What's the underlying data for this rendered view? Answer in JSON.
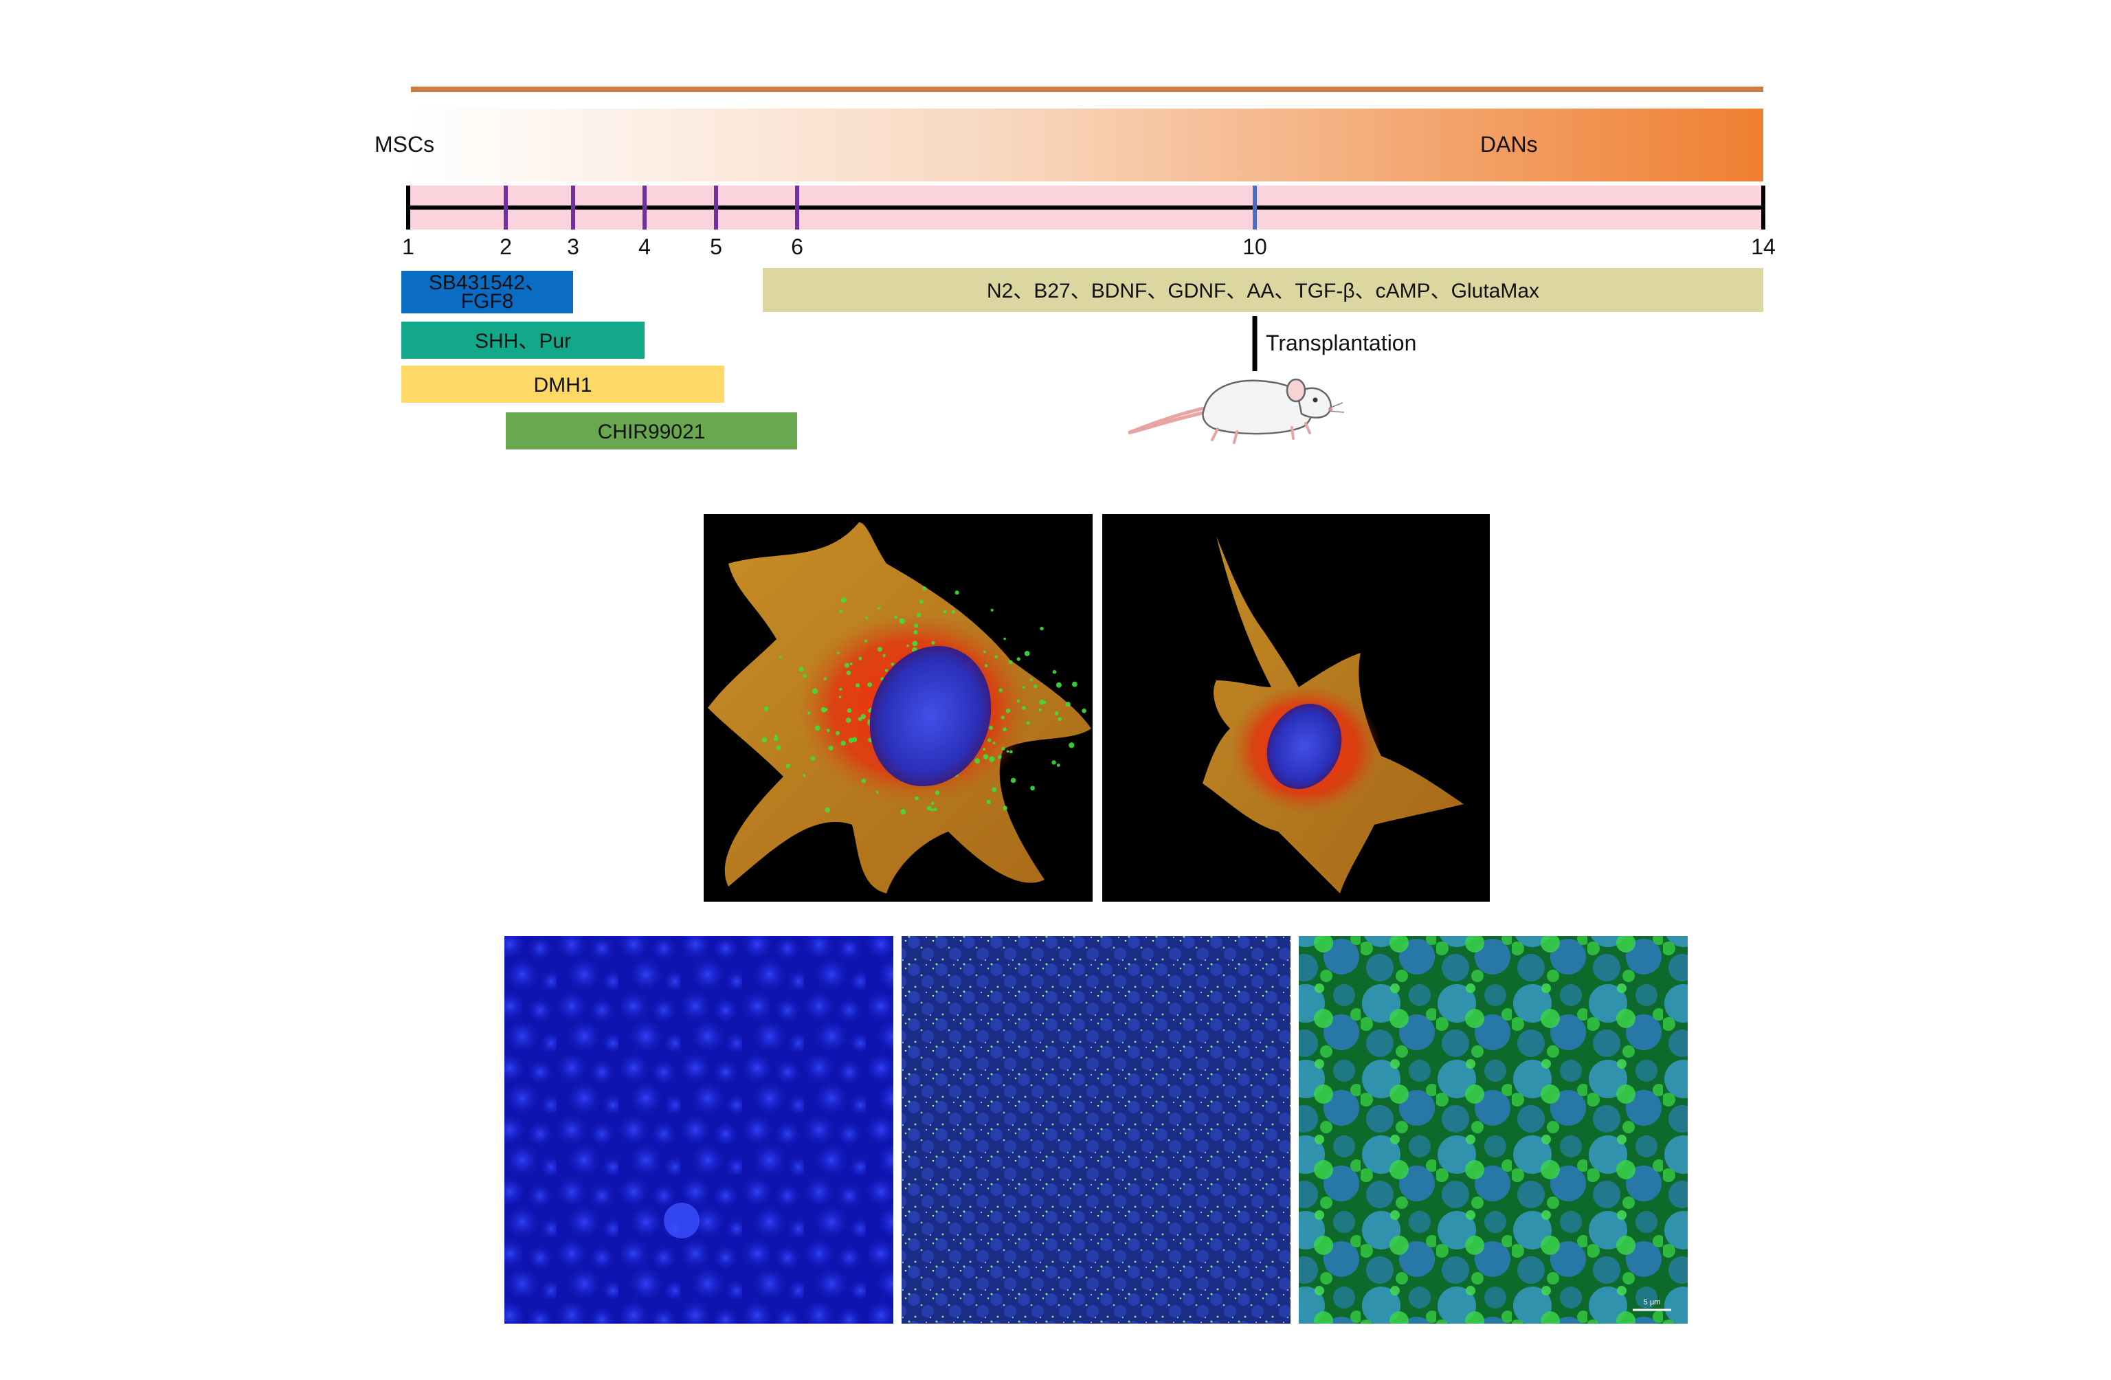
{
  "timeline": {
    "start_label": "MSCs",
    "end_label": "DANs",
    "days": [
      "1",
      "2",
      "3",
      "4",
      "5",
      "6",
      "10",
      "14"
    ],
    "gradient_colors": {
      "start": "#ffffff",
      "end": "#ef7f31"
    },
    "top_line_color": "#c97c45",
    "axis_band_color": "#fbd3dc",
    "tick_color": "#7030a0",
    "day10_tick_color": "#4a6fc0"
  },
  "treatments": [
    {
      "id": "sb-fgf8",
      "line1": "SB431542、",
      "line2": "FGF8",
      "color": "#0a6cc2",
      "from": 1,
      "to": 3
    },
    {
      "id": "shh-pur",
      "line1": "SHH、Pur",
      "color": "#14a88b",
      "from": 1,
      "to": 4
    },
    {
      "id": "dmh1",
      "line1": "DMH1",
      "color": "#ffd966",
      "from": 1,
      "to": 5
    },
    {
      "id": "chir",
      "line1": "CHIR99021",
      "color": "#6aa84f",
      "from": 2,
      "to": 6
    },
    {
      "id": "maturation",
      "line1": "N2、B27、BDNF、GDNF、AA、TGF-β、cAMP、GlutaMax",
      "color": "#dcd6a0",
      "from": 6,
      "to": 14
    }
  ],
  "transplantation": {
    "label": "Transplantation",
    "day": 10,
    "icon": "mouse-icon"
  },
  "micrographs_top": [
    {
      "id": "cell-1",
      "stains": [
        "orange-actin",
        "red",
        "green",
        "blue-nucleus"
      ]
    },
    {
      "id": "cell-2",
      "stains": [
        "orange-actin",
        "red",
        "blue-nucleus"
      ]
    }
  ],
  "micrographs_bottom": [
    {
      "id": "tissue-dapi",
      "stains": [
        "blue"
      ]
    },
    {
      "id": "tissue-sparse-green",
      "stains": [
        "blue",
        "green"
      ]
    },
    {
      "id": "tissue-dense-green",
      "stains": [
        "blue",
        "green"
      ],
      "scale_bar": "5 μm"
    }
  ]
}
